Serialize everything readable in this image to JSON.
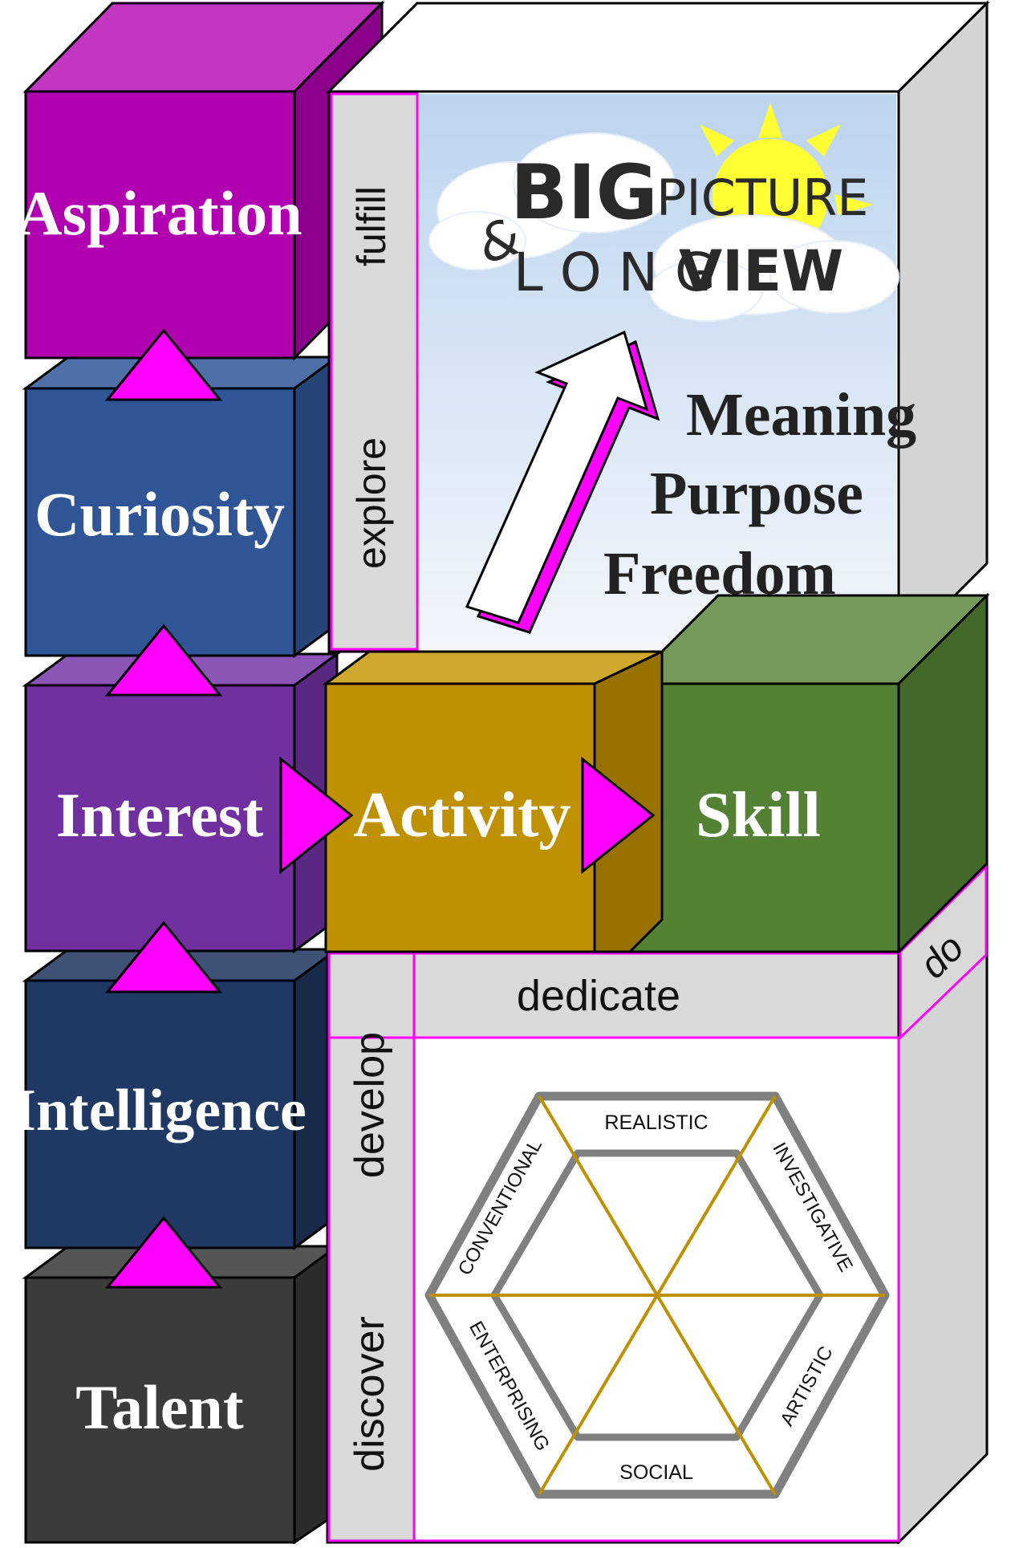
{
  "cubes": {
    "aspiration": {
      "label": "Aspiration",
      "front": "#b000b0",
      "top": "#c236c2",
      "side": "#8a008a"
    },
    "curiosity": {
      "label": "Curiosity",
      "front": "#2f5597",
      "top": "#4e6fa8",
      "side": "#254478"
    },
    "interest": {
      "label": "Interest",
      "front": "#7030a0",
      "top": "#8a55b5",
      "side": "#5a2782"
    },
    "intelligence": {
      "label": "Intelligence",
      "front": "#1f3864",
      "top": "#3f5276",
      "side": "#18294a"
    },
    "talent": {
      "label": "Talent",
      "front": "#3b3b3b",
      "top": "#555555",
      "side": "#2b2b2b"
    },
    "activity": {
      "label": "Activity",
      "front": "#bf9000",
      "top": "#cfa82e",
      "side": "#977200"
    },
    "skill": {
      "label": "Skill",
      "front": "#548235",
      "top": "#74995a",
      "side": "#43692a"
    }
  },
  "verbs": {
    "fulfill": "fulfill",
    "explore": "explore",
    "dedicate": "dedicate",
    "do": "do",
    "develop": "develop",
    "discover": "discover"
  },
  "big_picture": {
    "amp": "&",
    "big": "BIG",
    "picture": "PICTURE",
    "long": "L O N G",
    "view": "VIEW"
  },
  "values": [
    "Meaning",
    "Purpose",
    "Freedom"
  ],
  "holland": {
    "realistic": "REALISTIC",
    "investigative": "INVESTIGATIVE",
    "artistic": "ARTISTIC",
    "social": "SOCIAL",
    "enterprising": "ENTERPRISING",
    "conventional": "CONVENTIONAL"
  },
  "colors": {
    "accent_magenta": "#ff00ff",
    "panel_gray": "#d9d9d9",
    "hex_line": "#bf9000",
    "hex_outline": "#808080"
  }
}
